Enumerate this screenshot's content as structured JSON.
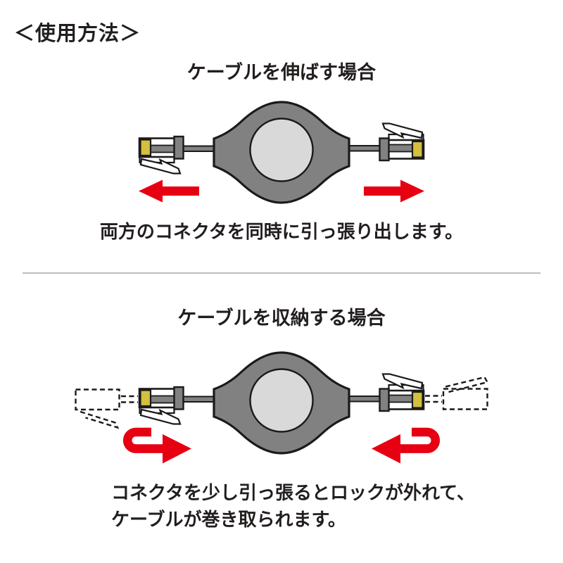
{
  "title": "＜使用方法＞",
  "colors": {
    "red": "#e60012",
    "body-gray": "#818181",
    "light-gray": "#d9d9d9",
    "yellow": "#d4bf3e",
    "outline": "#1a1a1a",
    "divider": "#bdbdbd",
    "text": "#221e1e"
  },
  "sections": {
    "extend": {
      "heading": "ケーブルを伸ばす場合",
      "caption": "両方のコネクタを同時に引っ張り出します。"
    },
    "retract": {
      "heading": "ケーブルを収納する場合",
      "caption_line1": "コネクタを少し引っ張るとロックが外れて、",
      "caption_line2": "ケーブルが巻き取られます。"
    }
  },
  "icons": {
    "reel": "retractable-cable-reel",
    "connector": "modular-plug-connector",
    "extend_arrows": "red-outward-arrows",
    "retract_arrows": "red-u-turn-inward-arrows",
    "ghost": "dashed-connector-outline"
  }
}
